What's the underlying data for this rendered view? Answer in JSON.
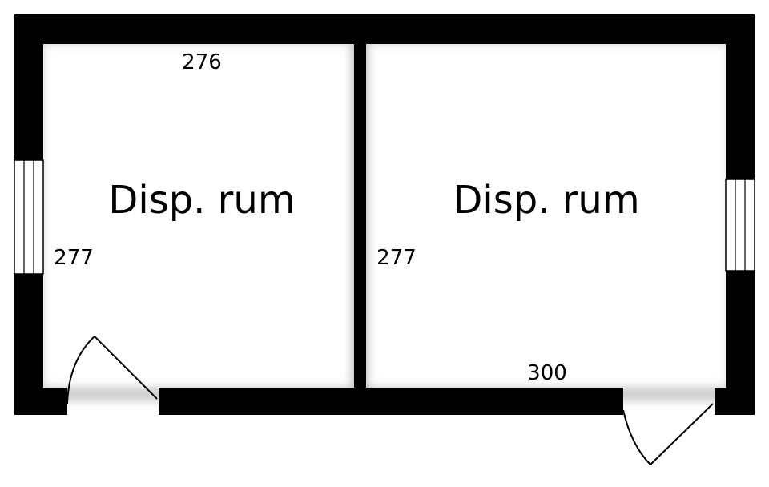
{
  "rooms": [
    {
      "label": "Disp. rum",
      "width_dim": "276",
      "height_dim": "277"
    },
    {
      "label": "Disp. rum",
      "width_dim": "300",
      "height_dim": "277"
    }
  ],
  "colors": {
    "wall": "#000000",
    "floor": "#ffffff",
    "shadow": "#cfcfcf",
    "window": "#ffffff"
  }
}
